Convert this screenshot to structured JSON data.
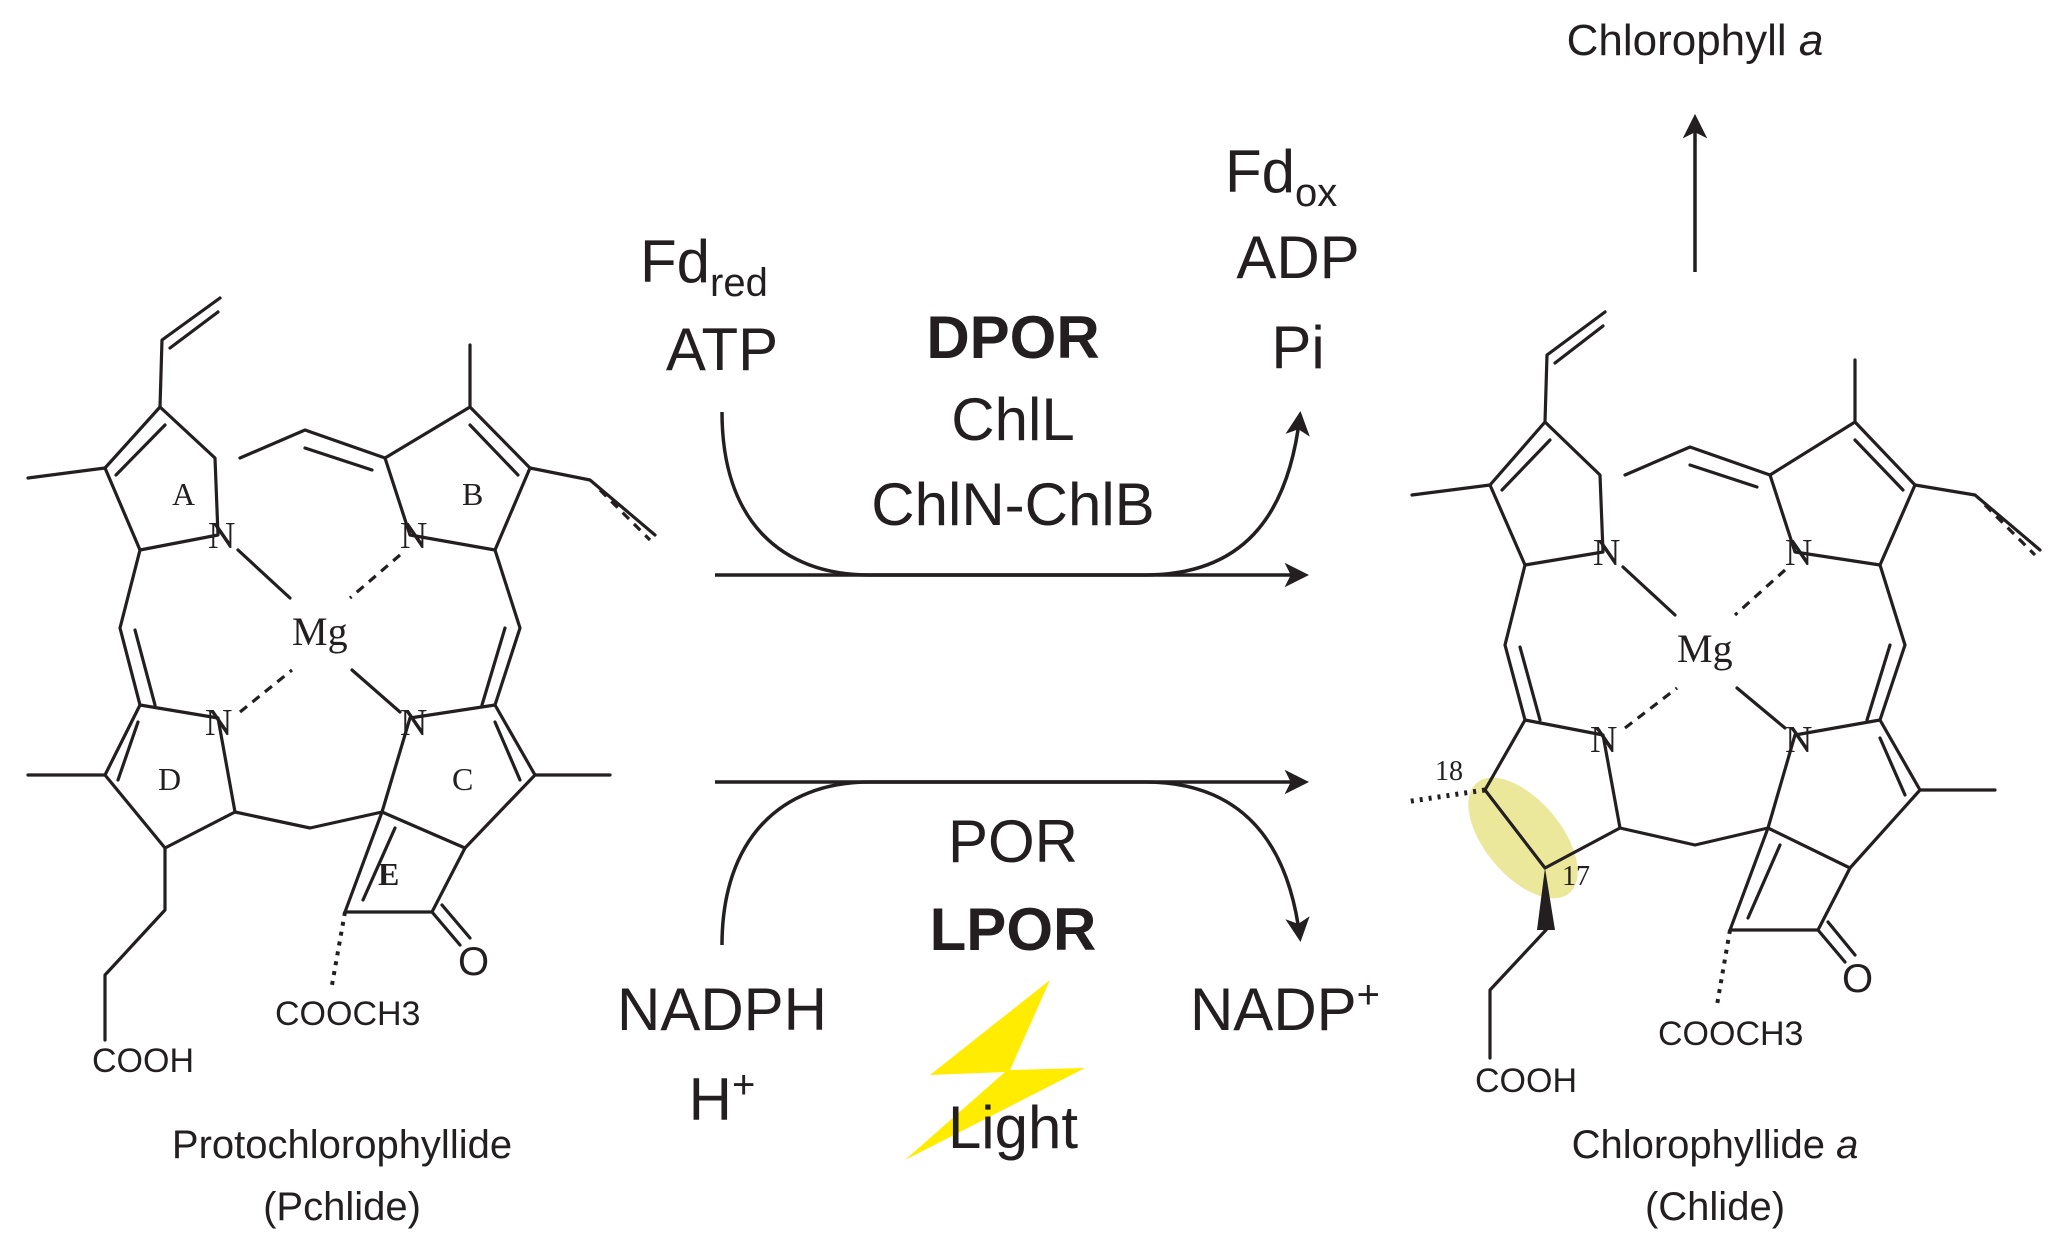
{
  "reactant": {
    "name": "Protochlorophyllide",
    "abbr": "(Pchlide)",
    "ring_labels": [
      "A",
      "B",
      "C",
      "D",
      "E"
    ],
    "metal": "Mg",
    "nitrogen": "N",
    "ester": "COOCH3",
    "acid": "COOH",
    "oxo": "O"
  },
  "product": {
    "name": "Chlorophyllide",
    "name_italic": "a",
    "abbr": "(Chlide)",
    "metal": "Mg",
    "nitrogen": "N",
    "ester": "COOCH3",
    "acid": "COOH",
    "oxo": "O",
    "positions": [
      "18",
      "17"
    ],
    "highlight_color": "#e8e48a"
  },
  "final_product": {
    "name": "Chlorophyll",
    "name_italic": "a"
  },
  "dpor": {
    "inputs": {
      "fd": "Fd",
      "fd_sub": "red",
      "atp": "ATP"
    },
    "outputs": {
      "fd": "Fd",
      "fd_sub": "ox",
      "adp": "ADP",
      "pi": "Pi"
    },
    "enzyme": "DPOR",
    "subunit_1": "ChlL",
    "subunit_2": "ChlN-ChlB"
  },
  "lpor": {
    "inputs": {
      "nadph": "NADPH",
      "h": "H",
      "h_sup": "+"
    },
    "outputs": {
      "nadp": "NADP",
      "nadp_sup": "+"
    },
    "enzyme_alt": "POR",
    "enzyme": "LPOR",
    "light": "Light",
    "light_color": "#ffec00"
  }
}
